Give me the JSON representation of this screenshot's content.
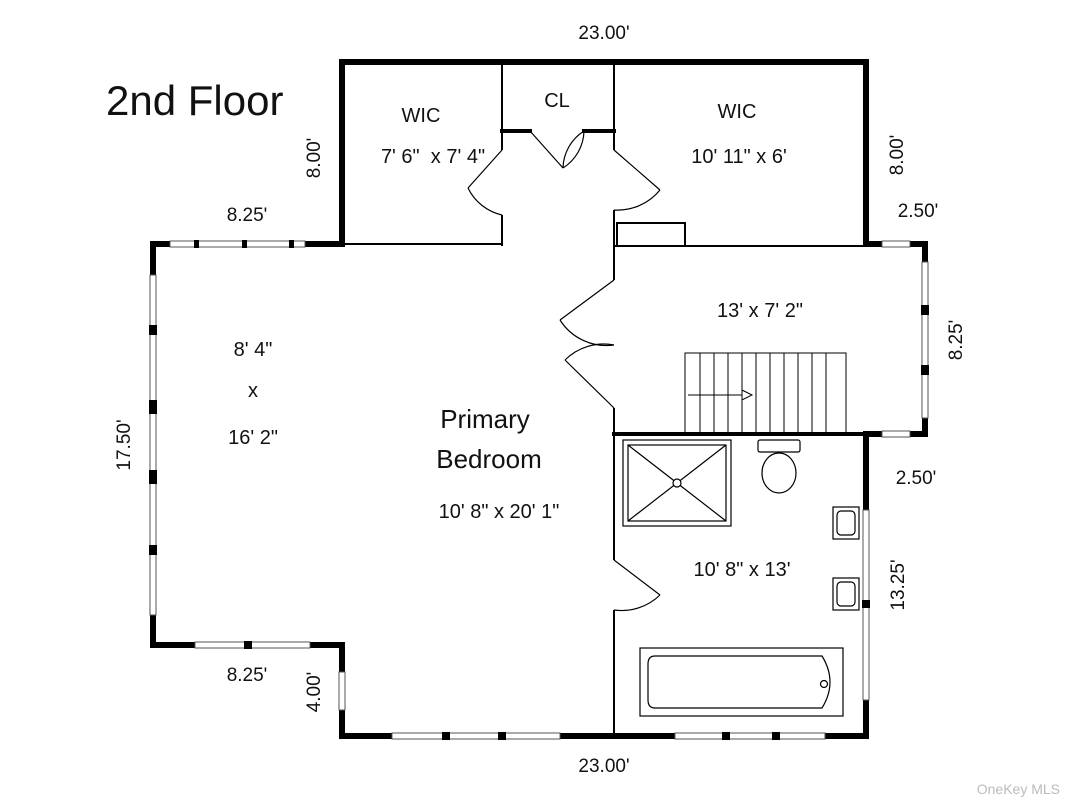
{
  "title": "2nd Floor",
  "rooms": {
    "wic_left": {
      "name": "WIC",
      "size": "7' 6\"  x 7' 4\""
    },
    "closet": {
      "name": "CL"
    },
    "wic_right": {
      "name": "WIC",
      "size": "10' 11\" x 6'"
    },
    "sitting": {
      "line1": "8' 4\"",
      "line2": "x",
      "line3": "16' 2\""
    },
    "primary": {
      "name_line1": "Primary",
      "name_line2": "Bedroom",
      "size": "10' 8\" x 20' 1\""
    },
    "hall": {
      "size": "13' x 7' 2\""
    },
    "bath": {
      "size": "10' 8\" x 13'"
    }
  },
  "dimensions": {
    "top": "23.00'",
    "bottom": "23.00'",
    "wic_left_height": "8.00'",
    "wic_right_height": "8.00'",
    "upper_left_width": "8.25'",
    "lower_left_width": "8.25'",
    "left_height": "17.50'",
    "bump_height": "4.00'",
    "right_upper_step": "2.50'",
    "right_bay": "8.25'",
    "right_lower_step": "2.50'",
    "bath_height": "13.25'"
  },
  "watermark": "OneKey MLS"
}
